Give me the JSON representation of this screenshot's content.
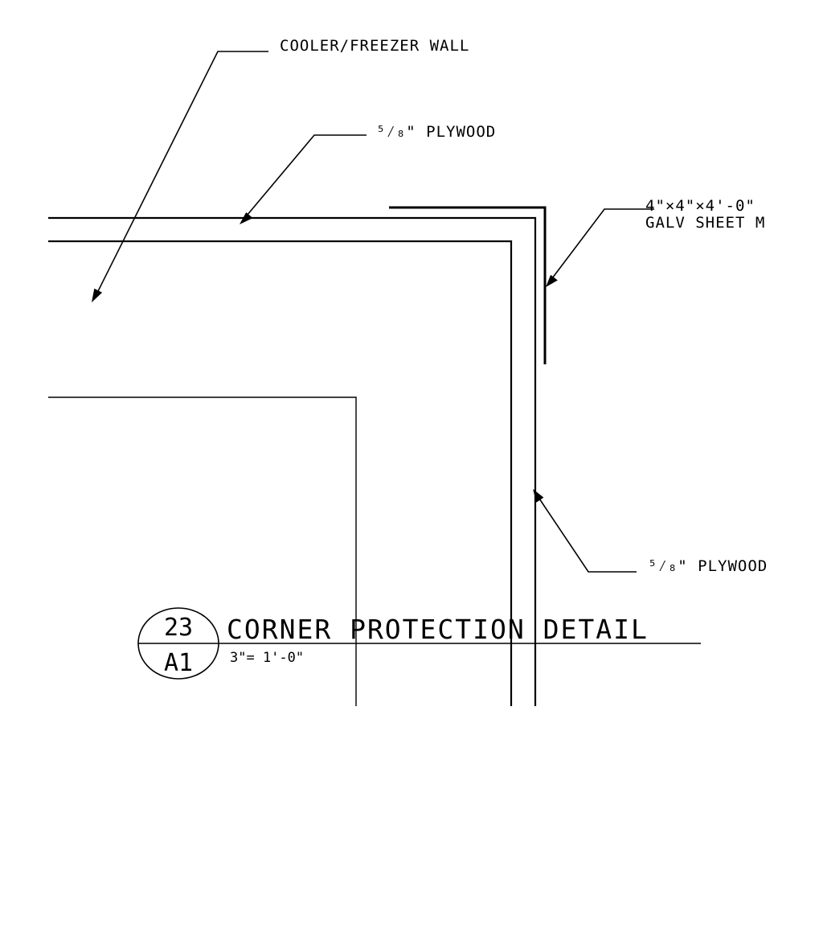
{
  "drawing": {
    "line_color": "#000000",
    "background": "#ffffff"
  },
  "callouts": {
    "wall": "COOLER/FREEZER WALL",
    "plywood_top": "⁵⁄₈\" PLYWOOD",
    "angle_line1": "4\"×4\"×4'-0\"",
    "angle_line2": "GALV SHEET M",
    "plywood_side": "⁵⁄₈\" PLYWOOD"
  },
  "title_block": {
    "detail_number": "23",
    "sheet_number": "A1",
    "title": "CORNER PROTECTION DETAIL",
    "scale": "3\"= 1'-0\""
  }
}
